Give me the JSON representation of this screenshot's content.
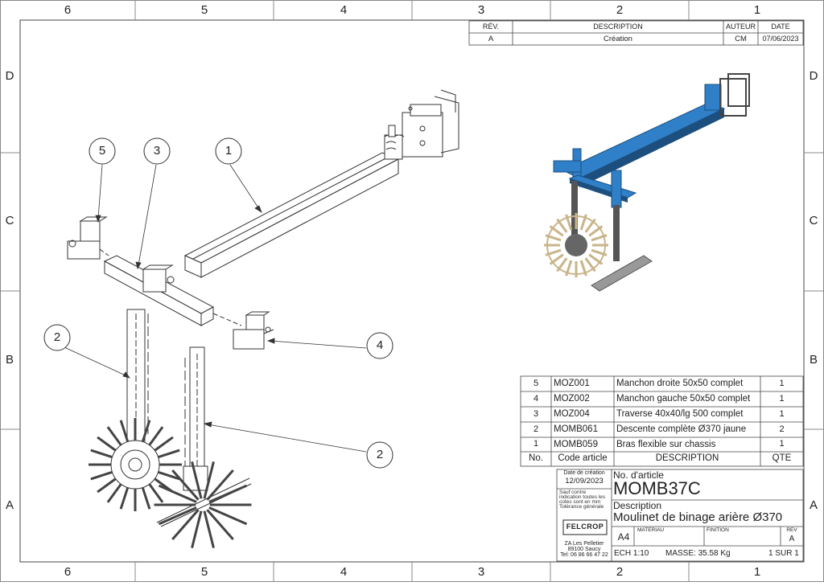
{
  "zones": {
    "columns": [
      "6",
      "5",
      "4",
      "3",
      "2",
      "1"
    ],
    "rows": [
      "D",
      "C",
      "B",
      "A"
    ]
  },
  "revision_table": {
    "headers": [
      "RÉV.",
      "DESCRIPTION",
      "AUTEUR",
      "DATE"
    ],
    "row": [
      "A",
      "Création",
      "CM",
      "07/06/2023"
    ]
  },
  "balloons": [
    "5",
    "3",
    "1",
    "2",
    "4",
    "2"
  ],
  "bom": {
    "headers": [
      "No.",
      "Code article",
      "DESCRIPTION",
      "QTE"
    ],
    "rows": [
      [
        "5",
        "MOZ001",
        "Manchon droite 50x50 complet",
        "1"
      ],
      [
        "4",
        "MOZ002",
        "Manchon gauche 50x50 complet",
        "1"
      ],
      [
        "3",
        "MOZ004",
        "Traverse 40x40/lg 500 complet",
        "1"
      ],
      [
        "2",
        "MOMB061",
        "Descente complète Ø370 jaune",
        "2"
      ],
      [
        "1",
        "MOMB059",
        "Bras flexible sur chassis",
        "1"
      ]
    ]
  },
  "title_block": {
    "creation_label": "Date de création",
    "creation_date": "12/09/2023",
    "tolerance_note": [
      "Sauf contre",
      "indication toutes les",
      "cotes sont en mm",
      "Tolérance générale"
    ],
    "article_label": "No. d'article",
    "article_no": "MOMB37C",
    "description_label": "Description",
    "description": "Moulinet de binage arière Ø370",
    "format": "A4",
    "material_label": "MATERIAU",
    "finish_label": "FINITION",
    "rev_label": "REV",
    "rev": "A",
    "scale": "ECH 1:10",
    "mass": "MASSE: 35.58 Kg",
    "sheet": "1 SUR 1",
    "logo_text": "FELCROP",
    "address": [
      "ZA Les Pelletier",
      "89100 Saucy",
      "Tel: 06 86 66 47 22"
    ]
  },
  "colors": {
    "line": "#333333",
    "part_blue": "#2f80c8",
    "part_dark": "#1d4f7e",
    "tine_tan": "#c9b48a"
  }
}
